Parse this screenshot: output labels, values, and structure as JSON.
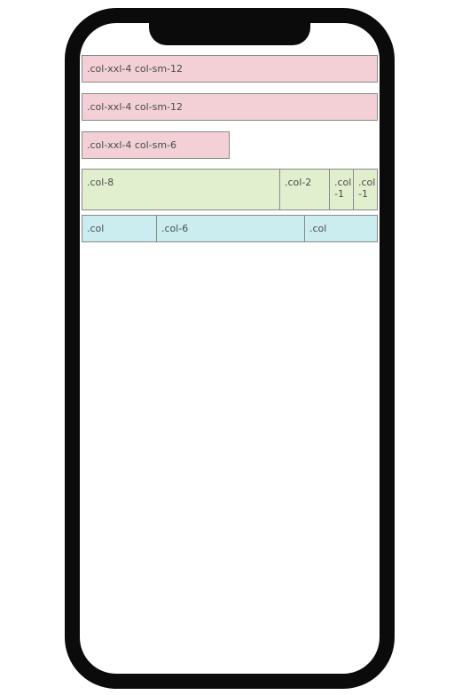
{
  "rows": {
    "pink": [
      {
        "label": ".col-xxl-4 col-sm-12"
      },
      {
        "label": ".col-xxl-4 col-sm-12"
      },
      {
        "label": ".col-xxl-4 col-sm-6"
      }
    ],
    "green": [
      {
        "label": ".col-8"
      },
      {
        "label": ".col-2"
      },
      {
        "label": ".col-1"
      },
      {
        "label": ".col-1"
      }
    ],
    "cyan": [
      {
        "label": ".col"
      },
      {
        "label": ".col-6"
      },
      {
        "label": ".col"
      }
    ]
  },
  "colors": {
    "pink": "#f2d0d5",
    "green": "#e2efcf",
    "cyan": "#cbedf0",
    "frame": "#0b0b0b"
  }
}
